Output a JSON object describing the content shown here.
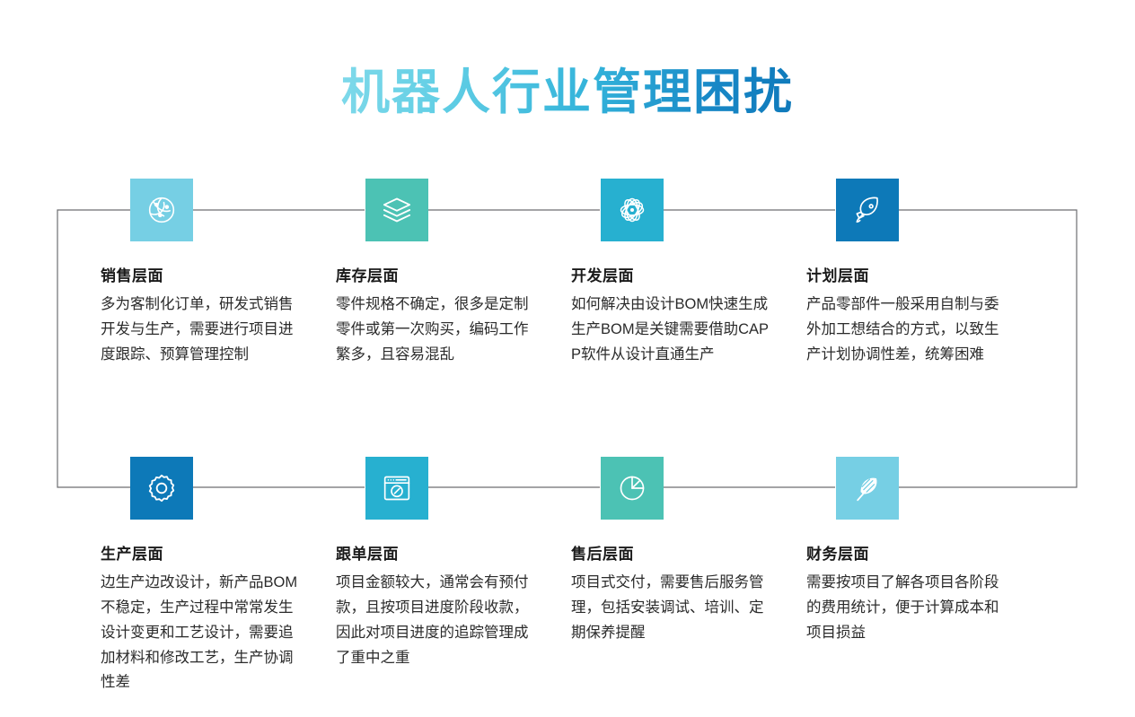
{
  "header": {
    "title": "机器人行业管理困扰",
    "title_gradient_from": "#7FD9EA",
    "title_gradient_to": "#0F79BA"
  },
  "theme": {
    "connector_line_color": "#6d6e71",
    "background": "#FFFFFF",
    "title_color": "#33B3DA",
    "body_text_color": "#2B2B2B",
    "heading_text_color": "#1A1A1A"
  },
  "cards": [
    {
      "id": "sales",
      "icon": "globe-network-icon",
      "tile_color": "#76CFE4",
      "title": "销售层面",
      "text": "多为客制化订单，研发式销售开发与生产，需要进行项目进度跟踪、预算管理控制"
    },
    {
      "id": "inventory",
      "icon": "layers-stack-icon",
      "tile_color": "#4CC2B4",
      "title": "库存层面",
      "text": "零件规格不确定，很多是定制零件或第一次购买，编码工作繁多，且容易混乱"
    },
    {
      "id": "development",
      "icon": "atom-icon",
      "tile_color": "#27B0D0",
      "title": "开发层面",
      "text": "如何解决由设计BOM快速生成生产BOM是关键需要借助CAPP软件从设计直通生产"
    },
    {
      "id": "planning",
      "icon": "rocket-icon",
      "tile_color": "#0D79B8",
      "title": "计划层面",
      "text": "产品零部件一般采用自制与委外加工想结合的方式，以致生产计划协调性差，统筹困难"
    },
    {
      "id": "production",
      "icon": "gear-icon",
      "tile_color": "#0D79B8",
      "title": "生产层面",
      "text": "边生产边改设计，新产品BOM不稳定，生产过程中常常发生设计变更和工艺设计，需要追加材料和修改工艺，生产协调性差"
    },
    {
      "id": "order-tracking",
      "icon": "browser-compass-icon",
      "tile_color": "#27B0D0",
      "title": "跟单层面",
      "text": "项目金额较大，通常会有预付款，且按项目进度阶段收款，因此对项目进度的追踪管理成了重中之重"
    },
    {
      "id": "after-sales",
      "icon": "pie-chart-icon",
      "tile_color": "#4CC2B4",
      "title": "售后层面",
      "text": "项目式交付，需要售后服务管理，包括安装调试、培训、定期保养提醒"
    },
    {
      "id": "finance",
      "icon": "feather-icon",
      "tile_color": "#76CFE4",
      "title": "财务层面",
      "text": "需要按项目了解各项目各阶段的费用统计，便于计算成本和项目损益"
    }
  ]
}
